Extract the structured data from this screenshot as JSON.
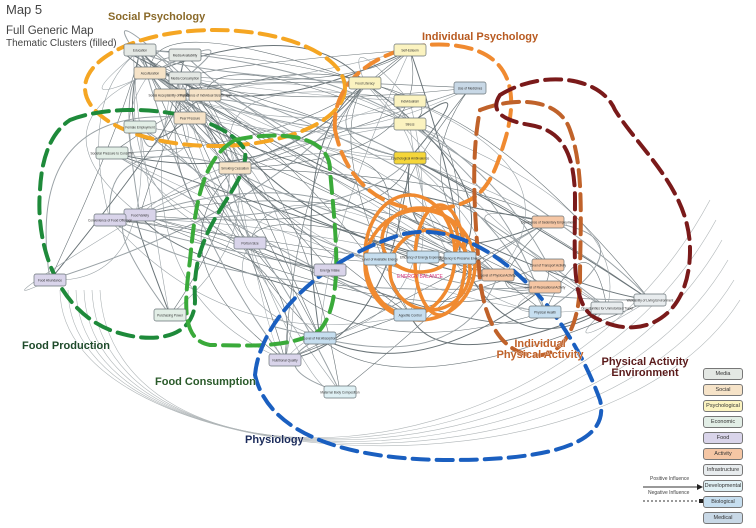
{
  "header": {
    "title": "Map 5",
    "subtitle": "Full Generic Map",
    "subtitle2": "Thematic Clusters (filled)"
  },
  "clusters": [
    {
      "label": "Social Psychology",
      "color": "#f5a623"
    },
    {
      "label": "Individual Psychology",
      "color": "#f08a30"
    },
    {
      "label": "Individual Physical Activity",
      "color": "#c0622a"
    },
    {
      "label": "Physical Activity Environment",
      "color": "#7a1a1a"
    },
    {
      "label": "Food Production",
      "color": "#1e8a3a"
    },
    {
      "label": "Food Consumption",
      "color": "#3aaa3a"
    },
    {
      "label": "Physiology",
      "color": "#1a5fc0"
    }
  ],
  "center": {
    "label": "ENERGY BALANCE",
    "color": "#d6307a"
  },
  "nodes": [
    {
      "label": "Education",
      "cat": "Media"
    },
    {
      "label": "Media Availability",
      "cat": "Media"
    },
    {
      "label": "Media Consumption",
      "cat": "Media"
    },
    {
      "label": "Acculturation",
      "cat": "Social"
    },
    {
      "label": "Social Acceptability of Fatness",
      "cat": "Social"
    },
    {
      "label": "Importance of Individual Size/Shape",
      "cat": "Social"
    },
    {
      "label": "Peer Pressure",
      "cat": "Social"
    },
    {
      "label": "Self-Esteem",
      "cat": "Psychological"
    },
    {
      "label": "Stress",
      "cat": "Psychological"
    },
    {
      "label": "Individualism",
      "cat": "Psychological"
    },
    {
      "label": "Psychological Ambivalence",
      "cat": "Psychological"
    },
    {
      "label": "Use of Medicines",
      "cat": "Medical"
    },
    {
      "label": "Food Literacy",
      "cat": "Psychological"
    },
    {
      "label": "Female Employment",
      "cat": "Economic"
    },
    {
      "label": "Societal Pressure to Consume",
      "cat": "Economic"
    },
    {
      "label": "Purchasing Power",
      "cat": "Economic"
    },
    {
      "label": "Food Variety",
      "cat": "Food"
    },
    {
      "label": "Portion Size",
      "cat": "Food"
    },
    {
      "label": "Level of Available Energy",
      "cat": "Biological"
    },
    {
      "label": "Efficiency of Energy Expenditure",
      "cat": "Biological"
    },
    {
      "label": "Tendency to Preserve Energy",
      "cat": "Biological"
    },
    {
      "label": "Level of Physical Activity",
      "cat": "Activity"
    },
    {
      "label": "Walkability of Living Environment",
      "cat": "Infrastructure"
    },
    {
      "label": "Opportunities for Unmotorised Travel",
      "cat": "Infrastructure"
    },
    {
      "label": "Dominance of Sedentary Employment",
      "cat": "Activity"
    },
    {
      "label": "Level of Transport Activity",
      "cat": "Activity"
    },
    {
      "label": "Physical Health",
      "cat": "Biological"
    },
    {
      "label": "Level of Fat Absorption",
      "cat": "Biological"
    },
    {
      "label": "Nutritional Quality",
      "cat": "Food"
    },
    {
      "label": "Maternal Body Composition",
      "cat": "Developmental"
    },
    {
      "label": "Energy Intake",
      "cat": "Food"
    },
    {
      "label": "Appetite Control",
      "cat": "Biological"
    },
    {
      "label": "Smoking Cessation",
      "cat": "Social"
    },
    {
      "label": "Level of Recreational Activity",
      "cat": "Activity"
    },
    {
      "label": "Convenience of Food Offerings",
      "cat": "Food"
    },
    {
      "label": "Food Abundance",
      "cat": "Food"
    }
  ],
  "legend": {
    "categories": [
      {
        "label": "Media",
        "color": "#e4e8e4"
      },
      {
        "label": "Social",
        "color": "#f6e3c8"
      },
      {
        "label": "Psychological",
        "color": "#fbf3c0"
      },
      {
        "label": "Economic",
        "color": "#e2eee6"
      },
      {
        "label": "Food",
        "color": "#d9d4ea"
      },
      {
        "label": "Activity",
        "color": "#f5c6a4"
      },
      {
        "label": "Infrastructure",
        "color": "#e8ecee"
      },
      {
        "label": "Developmental",
        "color": "#dff0f4"
      },
      {
        "label": "Biological",
        "color": "#c6deef"
      },
      {
        "label": "Medical",
        "color": "#c8d8e6"
      }
    ],
    "positive": "Positive Influence",
    "negative": "Negative Influence"
  }
}
